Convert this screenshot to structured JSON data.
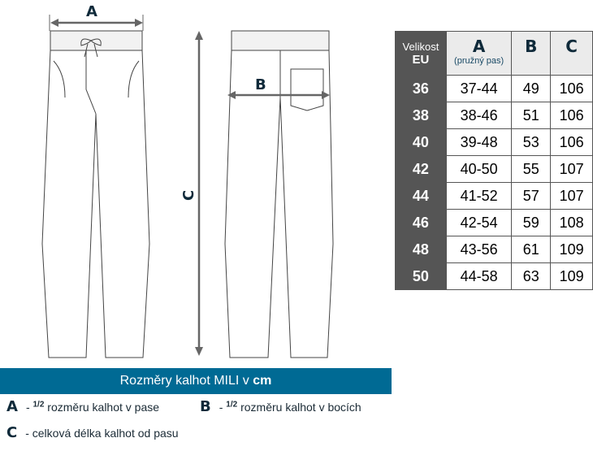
{
  "labels": {
    "a": "A",
    "b": "B",
    "c": "C"
  },
  "table": {
    "header": {
      "size_line1": "Velikost",
      "size_line2": "EU",
      "a": "A",
      "a_sub": "(pružný pas)",
      "b": "B",
      "c": "C"
    },
    "rows": [
      {
        "size": "36",
        "a": "37-44",
        "b": "49",
        "c": "106"
      },
      {
        "size": "38",
        "a": "38-46",
        "b": "51",
        "c": "106"
      },
      {
        "size": "40",
        "a": "39-48",
        "b": "53",
        "c": "106"
      },
      {
        "size": "42",
        "a": "40-50",
        "b": "55",
        "c": "107"
      },
      {
        "size": "44",
        "a": "41-52",
        "b": "57",
        "c": "107"
      },
      {
        "size": "46",
        "a": "42-54",
        "b": "59",
        "c": "108"
      },
      {
        "size": "48",
        "a": "43-56",
        "b": "61",
        "c": "109"
      },
      {
        "size": "50",
        "a": "44-58",
        "b": "63",
        "c": "109"
      }
    ]
  },
  "banner": {
    "text": "Rozměry kalhot MILI v ",
    "unit": "cm"
  },
  "legend": {
    "half": "1/2",
    "a_text": " rozměru kalhot v pase",
    "b_text": " rozměru kalhot v bocích",
    "c_text": "- celková délka kalhot od pasu",
    "dash": "- "
  }
}
